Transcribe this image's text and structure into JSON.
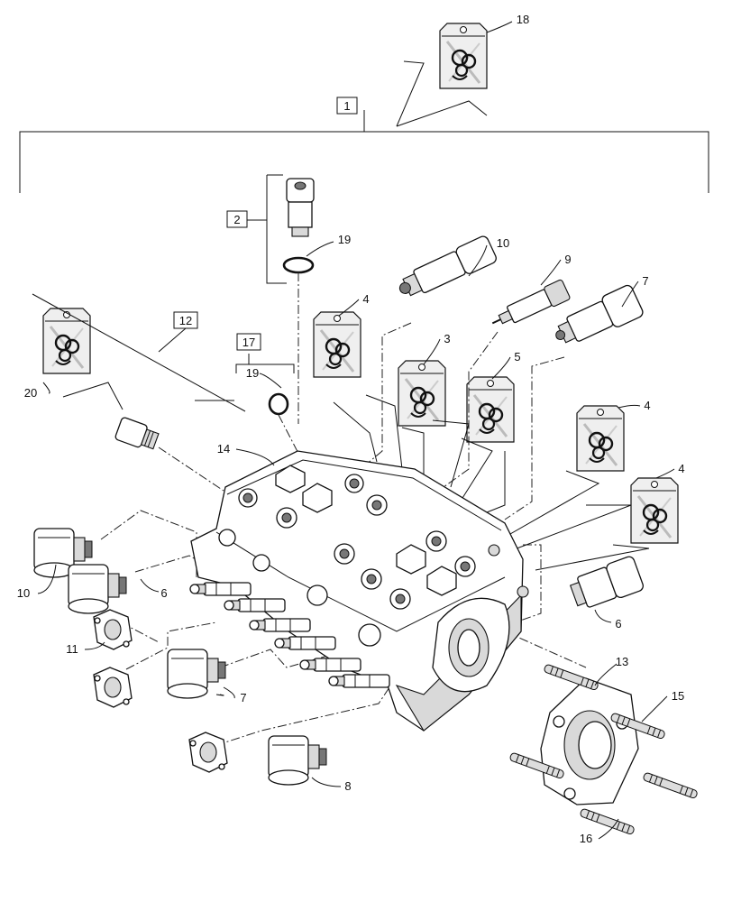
{
  "callouts": {
    "c1": "1",
    "c2": "2",
    "c3": "3",
    "c4a": "4",
    "c4b": "4",
    "c4c": "4",
    "c5": "5",
    "c6a": "6",
    "c6b": "6",
    "c7a": "7",
    "c7b": "7",
    "c8": "8",
    "c9": "9",
    "c10a": "10",
    "c10b": "10",
    "c11": "11",
    "c12": "12",
    "c13": "13",
    "c14": "14",
    "c15": "15",
    "c16": "16",
    "c17": "17",
    "c18": "18",
    "c19a": "19",
    "c19b": "19",
    "c20": "20"
  },
  "icons": {
    "seal_kit": "seal-kit-bag-icon",
    "o_ring": "o-ring-icon",
    "valve_body": "control-valve-body"
  }
}
